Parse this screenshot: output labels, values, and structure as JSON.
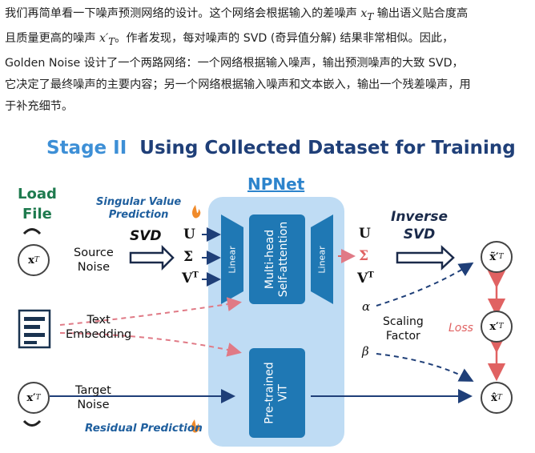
{
  "paragraph": {
    "l1": "我们再简单看一下噪声预测网络的设计。这个网络会根据输入的差噪声 ",
    "l1_math": "x",
    "l1_sub": "T",
    "l1_tail": " 输出语义贴合度高",
    "l2": "且质量更高的噪声 ",
    "l2_math": "x′",
    "l2_sub": "T",
    "l2_tail": "。作者发现，每对噪声的 SVD (奇异值分解) 结果非常相似。因此，",
    "l3": "Golden Noise 设计了一个两路网络：一个网络根据输入噪声，输出预测噪声的大致 SVD，",
    "l4": "它决定了最终噪声的主要内容；另一个网络根据输入噪声和文本嵌入，输出一个残差噪声，用",
    "l5": "于补充细节。"
  },
  "diagram": {
    "stage_num": "Stage II",
    "stage_title": "Using Collected Dataset for Training",
    "npnet": "NPNet",
    "load_file": [
      "Load",
      "File"
    ],
    "svd_annotation": [
      "Singular Value",
      "Prediction"
    ],
    "svd": "SVD",
    "inverse_svd": [
      "Inverse",
      "SVD"
    ],
    "source_noise": [
      "Source",
      "Noise"
    ],
    "text_embedding": [
      "Text",
      "Embedding"
    ],
    "target_noise": [
      "Target",
      "Noise"
    ],
    "residual_prediction": "Residual Prediction",
    "u": "U",
    "sigma": "Σ",
    "v": "V",
    "v_sup": "T",
    "linear": "Linear",
    "attention": [
      "Multi-head",
      "Self-attention"
    ],
    "vit": [
      "Pre-trained",
      "ViT"
    ],
    "alpha": "α",
    "beta": "β",
    "scaling_factor": [
      "Scaling",
      "Factor"
    ],
    "loss": "Loss",
    "x_t": "x",
    "x_t_prime": "x′",
    "x_t_tilde": "x̃′",
    "x_t_hat": "x̂",
    "sub_t": "T",
    "colors": {
      "panel": "#bfdcf4",
      "block": "#1f78b4",
      "title_light": "#3d8fd6",
      "title_dark": "#1f3f78",
      "load": "#1e7a4e",
      "loss": "#e06262",
      "dashed_pink": "#e07a86",
      "dashed_navy": "#1f3f78"
    },
    "icons": [
      "flame-icon",
      "document-icon"
    ]
  }
}
